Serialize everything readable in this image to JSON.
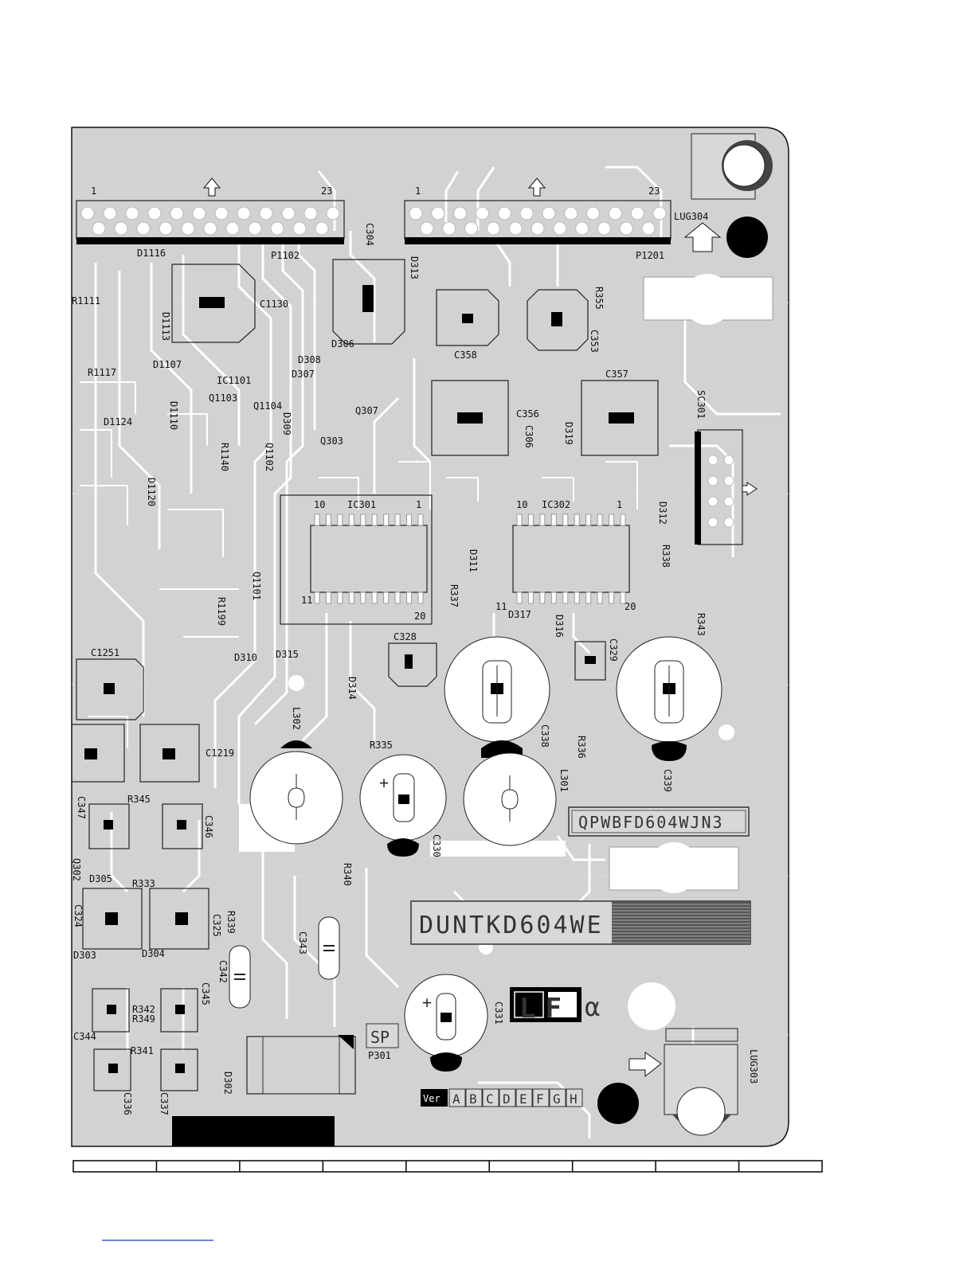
{
  "colors": {
    "board": "#d2d2d2",
    "trace": "#ffffff",
    "ink": "#000000"
  },
  "headers": [
    {
      "ref": "P1102",
      "pin_first": "1",
      "pin_last": "23"
    },
    {
      "ref": "P1201",
      "pin_first": "1",
      "pin_last": "23"
    }
  ],
  "ics": [
    {
      "ref": "IC301",
      "pins": [
        "10",
        "1",
        "11",
        "20"
      ]
    },
    {
      "ref": "IC302",
      "pins": [
        "10",
        "1",
        "11",
        "20"
      ]
    }
  ],
  "labels": {
    "lug304": "LUG304",
    "lug303": "LUG303",
    "c1130": "C1130",
    "d1113": "D1113",
    "d1107": "D1107",
    "d1116": "D1116",
    "r1111": "R1111",
    "r1117": "R1117",
    "d1124": "D1124",
    "ic1101": "IC1101",
    "q1104": "Q1104",
    "q1103": "Q1103",
    "d1110": "D1110",
    "r1140": "R1140",
    "d1120": "D1120",
    "q1101": "Q1101",
    "r1199": "R1199",
    "q1102": "Q1102",
    "d306": "D306",
    "d308": "D308",
    "d307": "D307",
    "c304": "C304",
    "d313": "D313",
    "c358": "C358",
    "r355": "R355",
    "c353": "C353",
    "c357": "C357",
    "c356": "C356",
    "q307": "Q307",
    "q303": "Q303",
    "c306": "C306",
    "d309": "D309",
    "d319": "D319",
    "sc301": "SC301",
    "d312": "D312",
    "r338": "R338",
    "d311": "D311",
    "r337": "R337",
    "d317": "D317",
    "d316": "D316",
    "r343": "R343",
    "c329": "C329",
    "c328": "C328",
    "c1251": "C1251",
    "d310": "D310",
    "d315": "D315",
    "d314": "D314",
    "l302": "L302",
    "r335": "R335",
    "c338": "C338",
    "r336": "R336",
    "l301": "L301",
    "c339": "C339",
    "c1219": "C1219",
    "r345": "R345",
    "c347": "C347",
    "c346": "C346",
    "c330": "C330",
    "r340": "R340",
    "d305": "D305",
    "r333": "R333",
    "q302": "Q302",
    "c324": "C324",
    "c325": "C325",
    "r339": "R339",
    "d303": "D303",
    "d304": "D304",
    "c342": "C342",
    "c343": "C343",
    "c345": "C345",
    "r342": "R342",
    "r349": "R349",
    "c344": "C344",
    "r341": "R341",
    "c336": "C336",
    "c337": "C337",
    "d302": "D302",
    "c331": "C331",
    "p301": "P301",
    "sp": "SP",
    "partno_1": "QPWBFD604WJN3",
    "partno_2": "DUNTKD604WE",
    "logo": "LF",
    "alpha": "α",
    "ver": "Ver",
    "versions": [
      "A",
      "B",
      "C",
      "D",
      "E",
      "F",
      "G",
      "H"
    ]
  },
  "icons": {
    "arrow": "outline-arrow-icon"
  }
}
